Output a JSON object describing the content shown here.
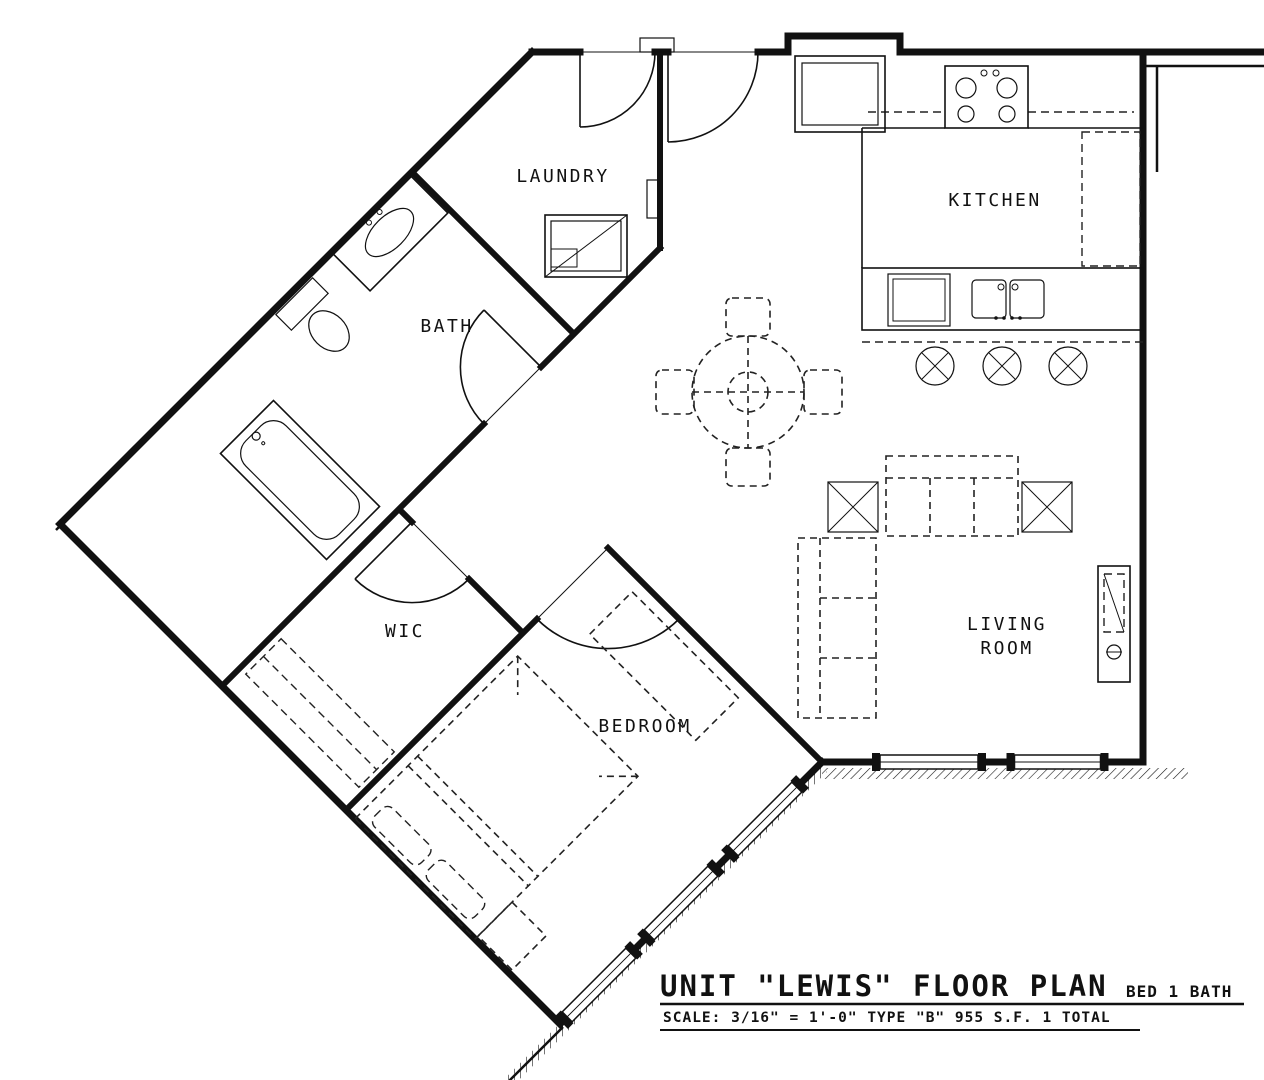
{
  "rooms": {
    "laundry": "LAUNDRY",
    "kitchen": "KITCHEN",
    "bath": "BATH",
    "wic": "WIC",
    "bedroom": "BEDROOM",
    "living_room_line1": "LIVING",
    "living_room_line2": "ROOM"
  },
  "title_block": {
    "title": "UNIT \"LEWIS\" FLOOR PLAN",
    "bed_bath": "BED 1 BATH",
    "scale_line": "SCALE: 3/16\" = 1'-0\"   TYPE \"B\"   955 S.F.   1 TOTAL"
  },
  "colors": {
    "ink": "#111111",
    "background": "#ffffff"
  }
}
